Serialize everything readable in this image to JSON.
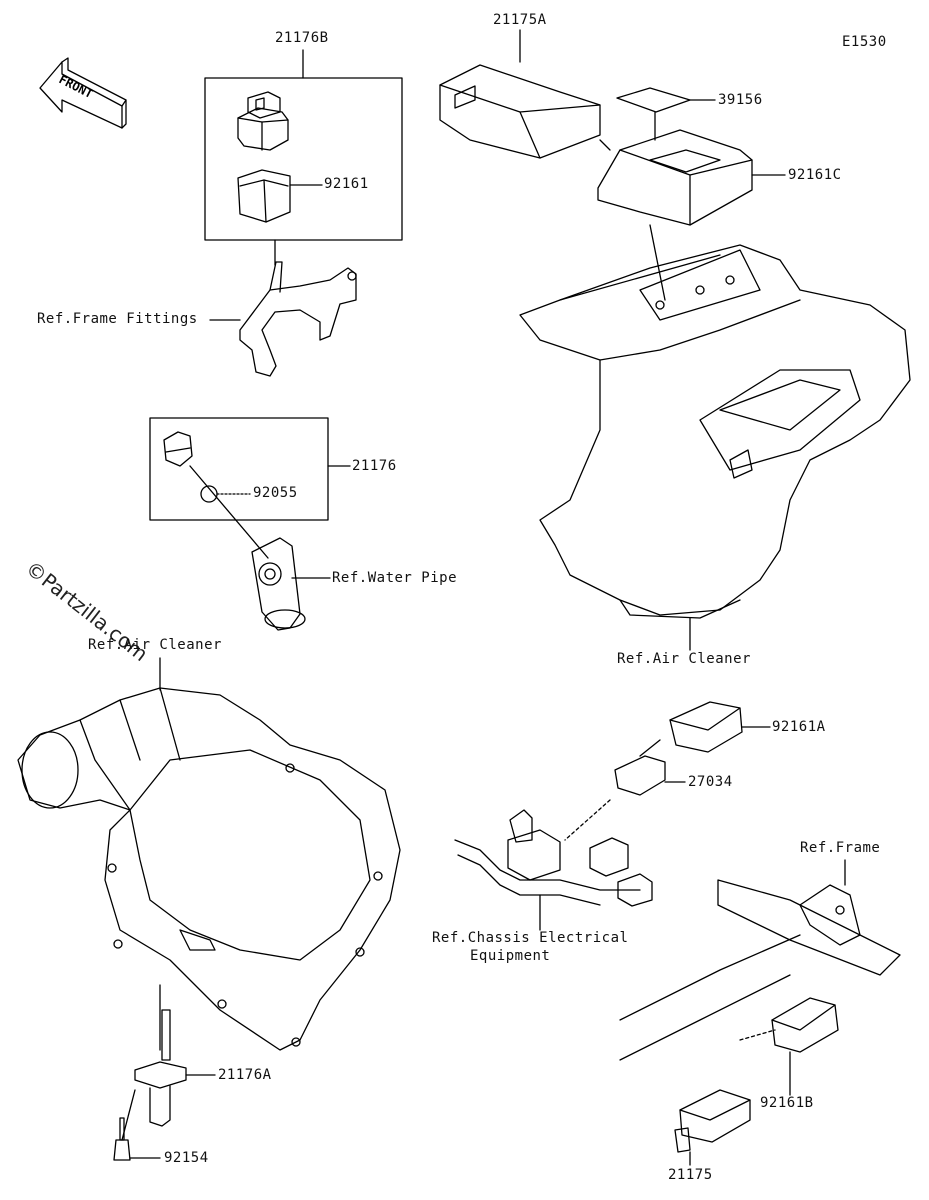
{
  "diagram_code": "E1530",
  "front_label": "FRONT",
  "watermark": "©Partzilla.com",
  "parts": {
    "p21176B": "21176B",
    "p92161": "92161",
    "ref_frame_fittings": "Ref.Frame Fittings",
    "p21176": "21176",
    "p92055": "92055",
    "ref_water_pipe": "Ref.Water Pipe",
    "ref_air_cleaner_left": "Ref.Air Cleaner",
    "p21176A": "21176A",
    "p92154": "92154",
    "p21175A": "21175A",
    "p39156": "39156",
    "p92161C": "92161C",
    "ref_air_cleaner_right": "Ref.Air Cleaner",
    "p92161A": "92161A",
    "p27034": "27034",
    "ref_chassis_line1": "Ref.Chassis Electrical",
    "ref_chassis_line2": "Equipment",
    "ref_frame": "Ref.Frame",
    "p92161B": "92161B",
    "p21175": "21175"
  }
}
